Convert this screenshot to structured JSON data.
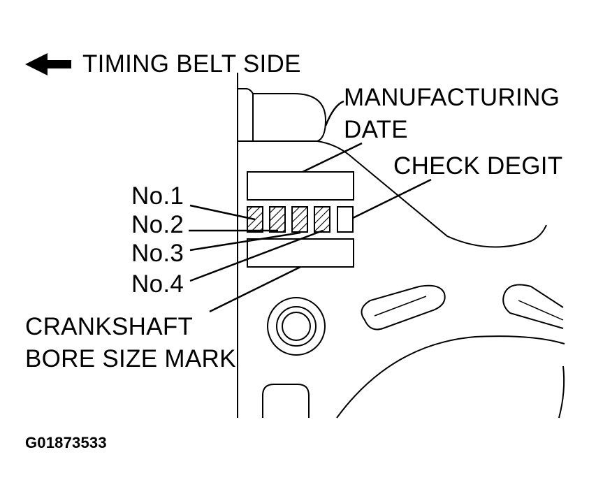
{
  "labels": {
    "timing_belt_side": "TIMING BELT SIDE",
    "manufacturing_date_line1": "MANUFACTURING",
    "manufacturing_date_line2": "DATE",
    "check_digit": "CHECK DEGIT",
    "no1": "No.1",
    "no2": "No.2",
    "no3": "No.3",
    "no4": "No.4",
    "crankshaft_line1": "CRANKSHAFT",
    "crankshaft_line2": "BORE SIZE MARK",
    "figure_id": "G01873533"
  }
}
